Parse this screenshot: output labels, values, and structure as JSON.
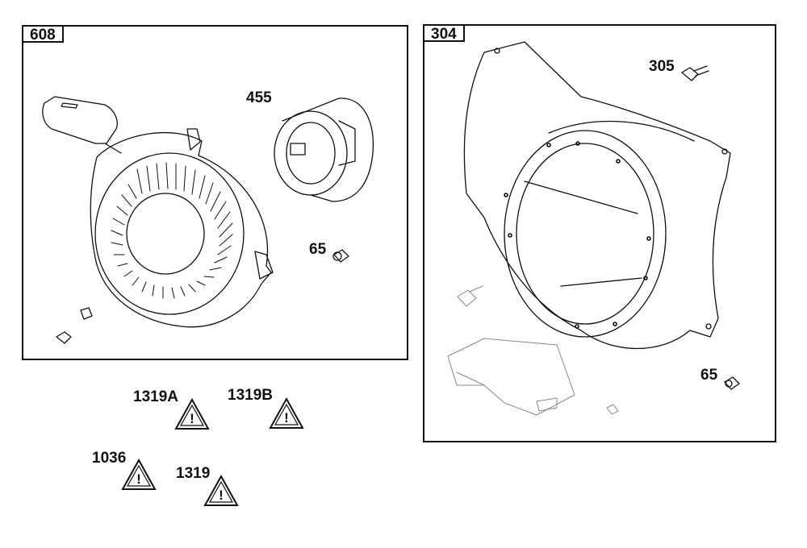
{
  "assemblies": {
    "left": {
      "id": "608"
    },
    "right": {
      "id": "304"
    }
  },
  "callouts": {
    "part_455": "455",
    "part_65_left": "65",
    "part_305": "305",
    "part_65_right": "65"
  },
  "warnings": [
    {
      "code": "1319A"
    },
    {
      "code": "1319B"
    },
    {
      "code": "1036"
    },
    {
      "code": "1319"
    }
  ],
  "warning_symbol": "!",
  "icons": {
    "warning": "warning-triangle-icon"
  }
}
